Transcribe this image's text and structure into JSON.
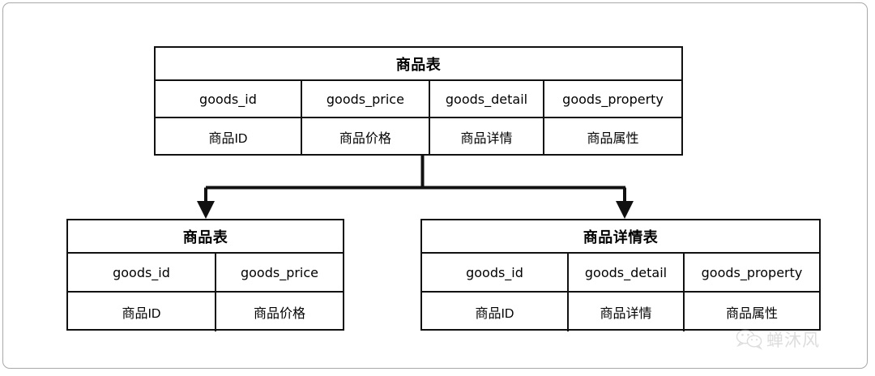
{
  "diagram": {
    "title_hidden": "",
    "tables": {
      "top": {
        "name": "商品表",
        "fields": [
          "goods_id",
          "goods_price",
          "goods_detail",
          "goods_property"
        ],
        "values": [
          "商品ID",
          "商品价格",
          "商品详情",
          "商品属性"
        ]
      },
      "bottom_left": {
        "name": "商品表",
        "fields": [
          "goods_id",
          "goods_price"
        ],
        "values": [
          "商品ID",
          "商品价格"
        ]
      },
      "bottom_right": {
        "name": "商品详情表",
        "fields": [
          "goods_id",
          "goods_detail",
          "goods_property"
        ],
        "values": [
          "商品ID",
          "商品详情",
          "商品属性"
        ]
      }
    },
    "connector": {
      "type": "split-arrow",
      "branches": 2,
      "arrow_label_left": "",
      "arrow_label_right": ""
    }
  },
  "watermark": {
    "icon": "wechat-icon",
    "text": "蝉沐风"
  },
  "colors": {
    "stroke": "#111111",
    "frame": "#a8a8a8",
    "background": "#ffffff",
    "watermark": "#b4b4b4"
  }
}
